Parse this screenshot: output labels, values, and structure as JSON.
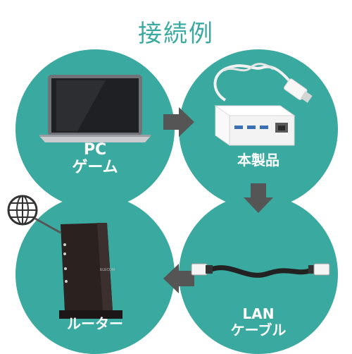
{
  "title": "接続例",
  "nodes": {
    "pc": {
      "line1": "PC",
      "line2": "ゲーム"
    },
    "product": {
      "label": "本製品"
    },
    "router": {
      "label": "ルーター",
      "brand": "ELECOM"
    },
    "lan": {
      "line1": "LAN",
      "line2": "ケーブル"
    }
  },
  "colors": {
    "teal": "#3aa99f",
    "arrow": "#555555"
  },
  "icons": [
    "laptop-icon",
    "usb-hub-icon",
    "lan-cable-icon",
    "router-icon",
    "globe-icon",
    "arrow-icon"
  ]
}
